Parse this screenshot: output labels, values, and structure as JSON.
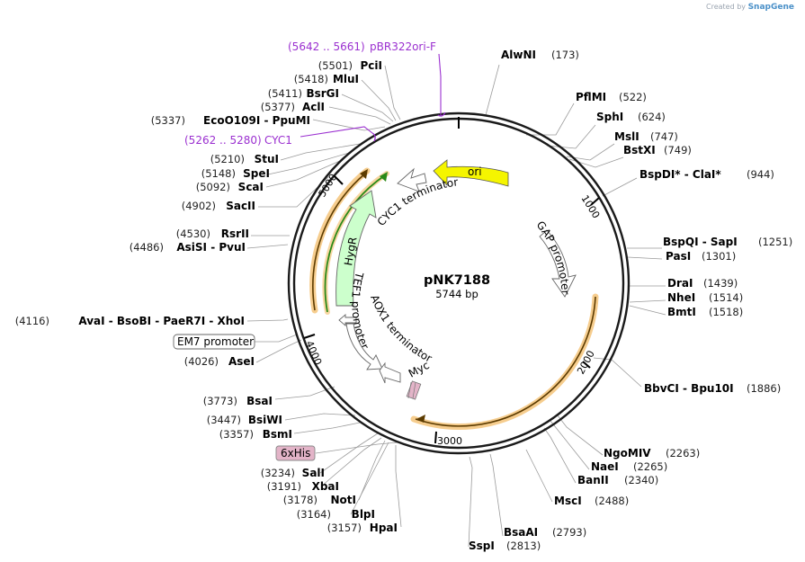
{
  "credit": {
    "prefix": "Created by",
    "brand": "SnapGene"
  },
  "plasmid": {
    "name": "pNK7188",
    "size": "5744 bp"
  },
  "ticks": [
    "1000",
    "2000",
    "3000",
    "4000",
    "5000"
  ],
  "features": {
    "ori": "ori",
    "cyc1_terminator": "CYC1 terminator",
    "gap_promoter": "GAP promoter",
    "hygr": "HygR",
    "tef1_promoter": "TEF1 promoter",
    "aox1_terminator": "AOX1 terminator",
    "myc": "Myc",
    "em7_promoter": "EM7 promoter",
    "his6": "6xHis"
  },
  "primers": {
    "pbr322": {
      "range": "(5642 .. 5661)",
      "name": "pBR322ori-F"
    },
    "cyc1": {
      "range": "(5262 .. 5280)",
      "name": "CYC1"
    }
  },
  "sites_right": [
    {
      "name": "AlwNI",
      "pos": "(173)"
    },
    {
      "name": "PflMI",
      "pos": "(522)"
    },
    {
      "name": "SphI",
      "pos": "(624)"
    },
    {
      "name": "MslI",
      "pos": "(747)"
    },
    {
      "name": "BstXI",
      "pos": "(749)"
    },
    {
      "name": "BspDI* - ClaI*",
      "pos": "(944)"
    },
    {
      "name": "BspQI - SapI",
      "pos": "(1251)"
    },
    {
      "name": "PasI",
      "pos": "(1301)"
    },
    {
      "name": "DraI",
      "pos": "(1439)"
    },
    {
      "name": "NheI",
      "pos": "(1514)"
    },
    {
      "name": "BmtI",
      "pos": "(1518)"
    },
    {
      "name": "BbvCI - Bpu10I",
      "pos": "(1886)"
    },
    {
      "name": "NgoMIV",
      "pos": "(2263)"
    },
    {
      "name": "NaeI",
      "pos": "(2265)"
    },
    {
      "name": "BanII",
      "pos": "(2340)"
    },
    {
      "name": "MscI",
      "pos": "(2488)"
    },
    {
      "name": "BsaAI",
      "pos": "(2793)"
    },
    {
      "name": "SspI",
      "pos": "(2813)"
    }
  ],
  "sites_left": [
    {
      "name": "PciI",
      "pos": "(5501)"
    },
    {
      "name": "MluI",
      "pos": "(5418)"
    },
    {
      "name": "BsrGI",
      "pos": "(5411)"
    },
    {
      "name": "AclI",
      "pos": "(5377)"
    },
    {
      "name": "EcoO109I - PpuMI",
      "pos": "(5337)"
    },
    {
      "name": "StuI",
      "pos": "(5210)"
    },
    {
      "name": "SpeI",
      "pos": "(5148)"
    },
    {
      "name": "ScaI",
      "pos": "(5092)"
    },
    {
      "name": "SacII",
      "pos": "(4902)"
    },
    {
      "name": "RsrII",
      "pos": "(4530)"
    },
    {
      "name": "AsiSI - PvuI",
      "pos": "(4486)"
    },
    {
      "name": "AvaI - BsoBI - PaeR7I - XhoI",
      "pos": "(4116)"
    },
    {
      "name": "AseI",
      "pos": "(4026)"
    },
    {
      "name": "BsaI",
      "pos": "(3773)"
    },
    {
      "name": "BsiWI",
      "pos": "(3447)"
    },
    {
      "name": "BsmI",
      "pos": "(3357)"
    },
    {
      "name": "SalI",
      "pos": "(3234)"
    },
    {
      "name": "XbaI",
      "pos": "(3191)"
    },
    {
      "name": "NotI",
      "pos": "(3178)"
    },
    {
      "name": "BlpI",
      "pos": "(3164)"
    },
    {
      "name": "HpaI",
      "pos": "(3157)"
    }
  ],
  "colors": {
    "ori": "#f5f500",
    "hygr": "#ccffcc",
    "orf_glow": "#f4c47a",
    "orf_line": "#5c3b00",
    "hygr_line": "#2a8a18",
    "primer": "#9b30d0",
    "his6": "#e3b4c8"
  }
}
